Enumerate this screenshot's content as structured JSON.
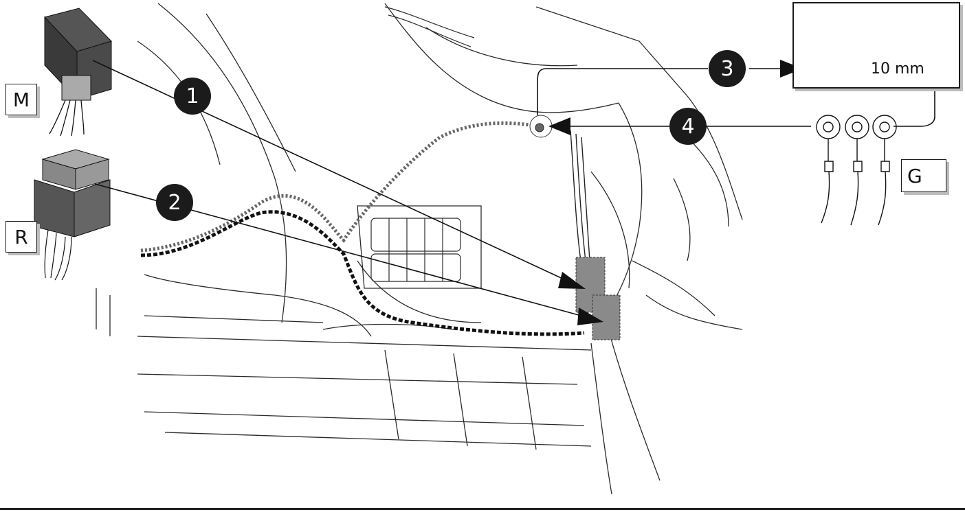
{
  "labels": {
    "module": "M",
    "relay": "R",
    "ground": "G"
  },
  "steps": [
    "1",
    "2",
    "3",
    "4"
  ],
  "tools": {
    "size": "10 mm"
  },
  "colors": {
    "line": "#1a1a1a",
    "connector": "#8a8a8a",
    "step_fill": "#1b1b1b"
  },
  "icons": [
    "ratchet-icon",
    "bolt-icon",
    "socket-icon",
    "ring-terminal-icon",
    "ground-symbol-icon"
  ]
}
